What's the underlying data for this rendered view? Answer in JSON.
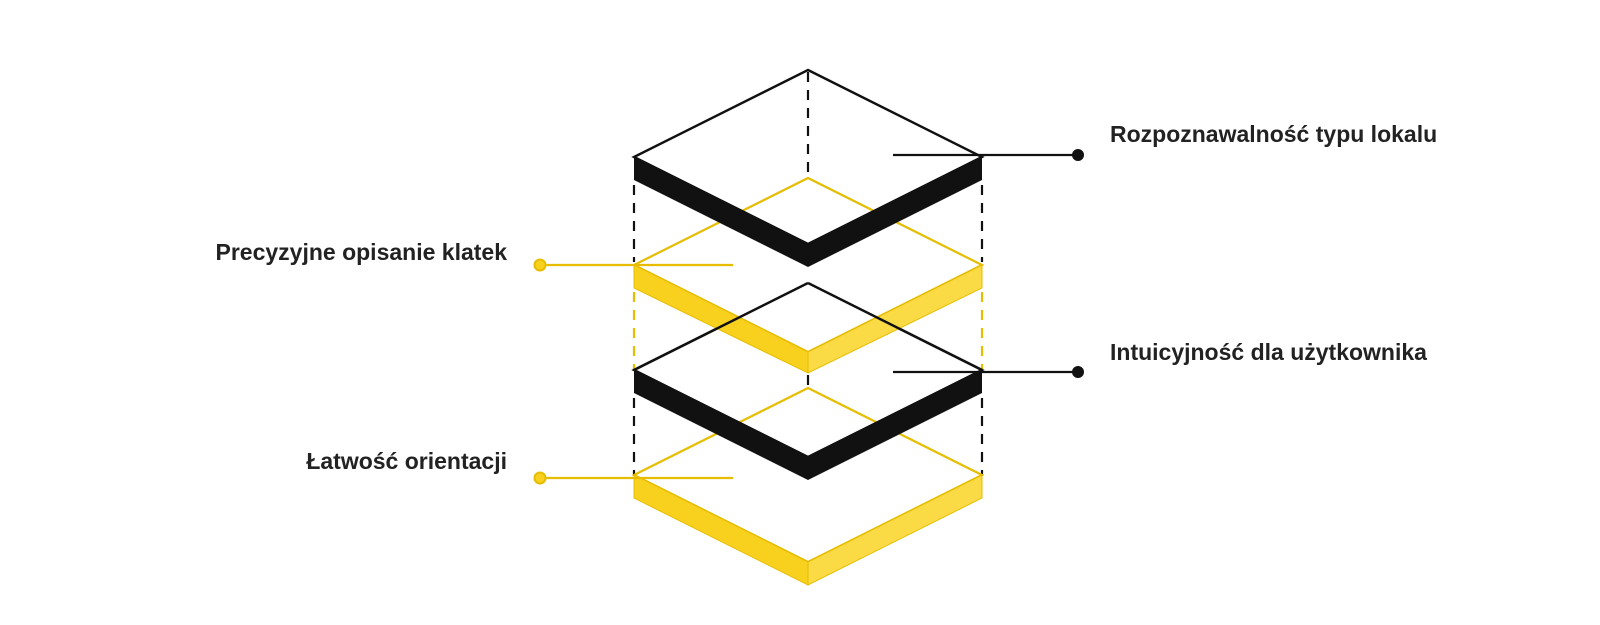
{
  "diagram": {
    "colors": {
      "black": "#111111",
      "yellow": "#f7d11e",
      "yellow_dark": "#e6bd00",
      "text": "#222222"
    },
    "labels": {
      "top_right": "Rozpoznawalność typu lokalu",
      "mid_left": "Precyzyjne opisanie klatek",
      "mid_right": "Intuicyjność dla użytkownika",
      "bottom_left": "Łatwość orientacji"
    }
  }
}
